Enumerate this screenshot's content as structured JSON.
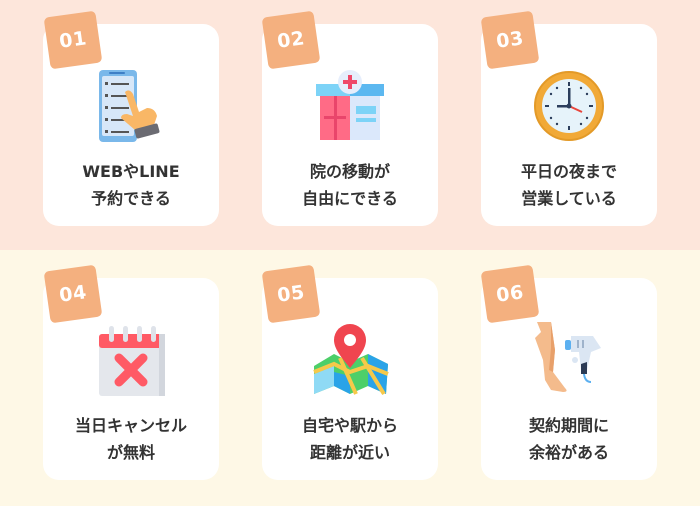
{
  "colors": {
    "top_band": "#fde6db",
    "bottom_band": "#fef8e6",
    "card": "#ffffff",
    "badge": "#f4b07f",
    "text": "#333333"
  },
  "features": [
    {
      "number": "01",
      "icon": "smartphone-tap-icon",
      "line1": "WEBやLINE",
      "line2": "予約できる"
    },
    {
      "number": "02",
      "icon": "clinic-building-icon",
      "line1": "院の移動が",
      "line2": "自由にできる"
    },
    {
      "number": "03",
      "icon": "clock-icon",
      "line1": "平日の夜まで",
      "line2": "営業している"
    },
    {
      "number": "04",
      "icon": "calendar-cancel-icon",
      "line1": "当日キャンセル",
      "line2": "が無料"
    },
    {
      "number": "05",
      "icon": "map-pin-icon",
      "line1": "自宅や駅から",
      "line2": "距離が近い"
    },
    {
      "number": "06",
      "icon": "leg-laser-device-icon",
      "line1": "契約期間に",
      "line2": "余裕がある"
    }
  ]
}
